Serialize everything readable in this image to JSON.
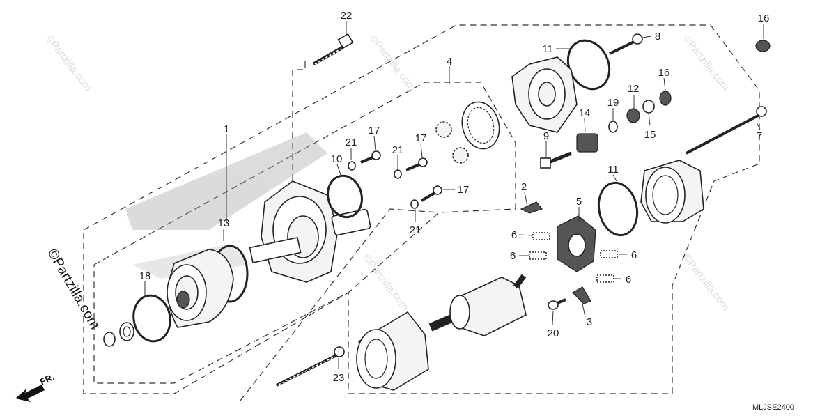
{
  "diagram": {
    "callouts": [
      {
        "id": "c1",
        "label": "1"
      },
      {
        "id": "c2",
        "label": "2"
      },
      {
        "id": "c3",
        "label": "3"
      },
      {
        "id": "c4",
        "label": "4"
      },
      {
        "id": "c5",
        "label": "5"
      },
      {
        "id": "c6a",
        "label": "6"
      },
      {
        "id": "c6b",
        "label": "6"
      },
      {
        "id": "c6c",
        "label": "6"
      },
      {
        "id": "c6d",
        "label": "6"
      },
      {
        "id": "c7",
        "label": "7"
      },
      {
        "id": "c8",
        "label": "8"
      },
      {
        "id": "c9",
        "label": "9"
      },
      {
        "id": "c10",
        "label": "10"
      },
      {
        "id": "c11a",
        "label": "11"
      },
      {
        "id": "c11b",
        "label": "11"
      },
      {
        "id": "c12",
        "label": "12"
      },
      {
        "id": "c13",
        "label": "13"
      },
      {
        "id": "c14",
        "label": "14"
      },
      {
        "id": "c15",
        "label": "15"
      },
      {
        "id": "c16a",
        "label": "16"
      },
      {
        "id": "c16b",
        "label": "16"
      },
      {
        "id": "c17a",
        "label": "17"
      },
      {
        "id": "c17b",
        "label": "17"
      },
      {
        "id": "c17c",
        "label": "17"
      },
      {
        "id": "c18",
        "label": "18"
      },
      {
        "id": "c19",
        "label": "19"
      },
      {
        "id": "c20",
        "label": "20"
      },
      {
        "id": "c21a",
        "label": "21"
      },
      {
        "id": "c21b",
        "label": "21"
      },
      {
        "id": "c21c",
        "label": "21"
      },
      {
        "id": "c22",
        "label": "22"
      },
      {
        "id": "c23",
        "label": "23"
      }
    ],
    "diagram_code": "MLJSE2400",
    "direction_label": "FR.",
    "watermark": "©Partzilla.com"
  }
}
